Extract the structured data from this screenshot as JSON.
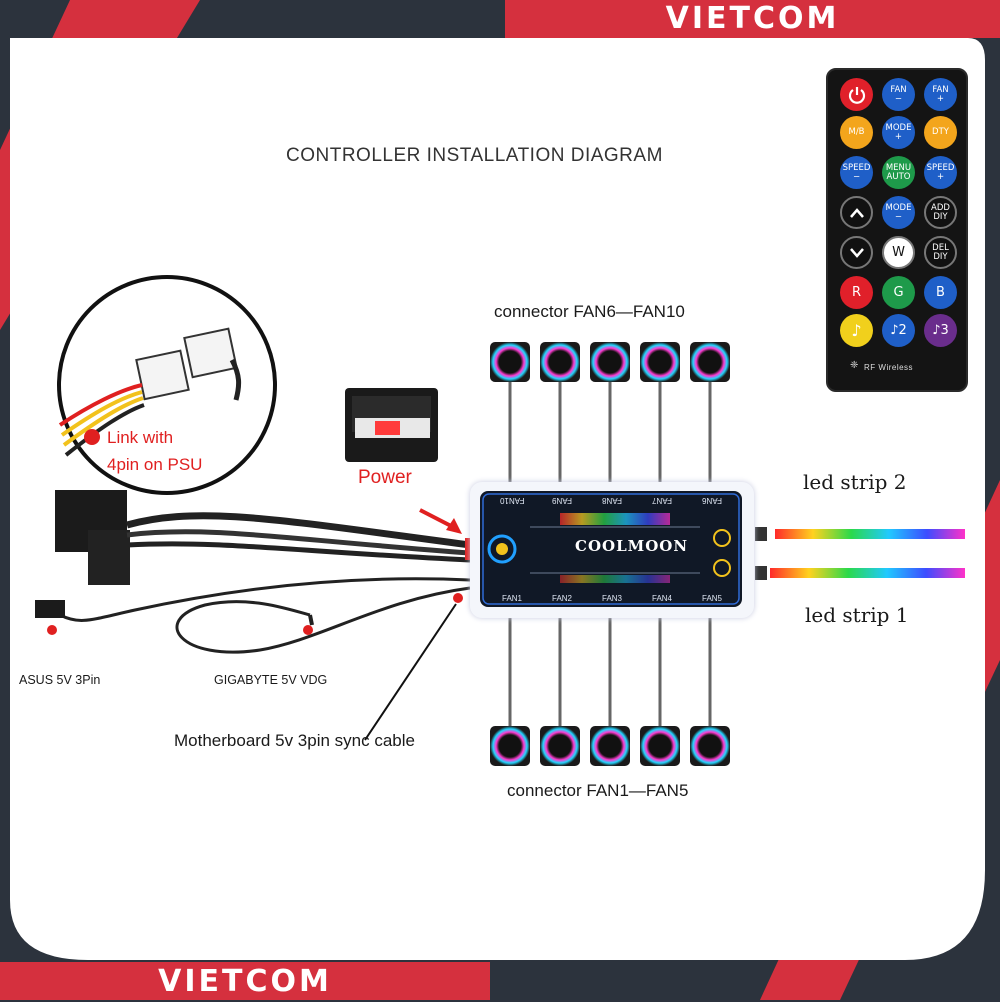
{
  "brand": {
    "top": "VIETCOM",
    "bottom": "VIETCOM"
  },
  "colors": {
    "brand_red": "#d5303e",
    "frame_dark": "#2c333d",
    "label_red": "#e02020"
  },
  "diagram": {
    "title": "CONTROLLER INSTALLATION DIAGRAM",
    "connector_top": "connector  FAN6—FAN10",
    "connector_bottom": "connector  FAN1—FAN5",
    "led_strip_2": "led strip 2",
    "led_strip_1": "led strip 1",
    "power": "Power",
    "psu_line1": "Link with",
    "psu_line2": "4pin on PSU",
    "asus": "ASUS 5V 3Pin",
    "gigabyte": "GIGABYTE 5V  VDG",
    "mobo_cable": "Motherboard 5v 3pin sync cable"
  },
  "controller": {
    "brand": "COOLMOON",
    "top_fans": [
      "FAN10",
      "FAN9",
      "FAN8",
      "FAN7",
      "FAN6"
    ],
    "bottom_fans": [
      "FAN1",
      "FAN2",
      "FAN3",
      "FAN4",
      "FAN5"
    ]
  },
  "remote": {
    "caption": "RF Wireless",
    "buttons": [
      {
        "label": "",
        "icon": "power-icon",
        "color": "#e0202a"
      },
      {
        "label": "FAN\n−",
        "color": "#1f5fc8"
      },
      {
        "label": "FAN\n+",
        "color": "#1f5fc8"
      },
      {
        "label": "M/B",
        "color": "#f3a51c"
      },
      {
        "label": "MODE\n+",
        "color": "#1f5fc8"
      },
      {
        "label": "DTY",
        "color": "#f3a51c"
      },
      {
        "label": "SPEED\n−",
        "color": "#1f5fc8"
      },
      {
        "label": "MENU\nAUTO",
        "color": "#1e9a4a"
      },
      {
        "label": "SPEED\n+",
        "color": "#1f5fc8"
      },
      {
        "label": "",
        "icon": "chevron-up-icon",
        "color": "#111111"
      },
      {
        "label": "MODE\n−",
        "color": "#1f5fc8"
      },
      {
        "label": "ADD\nDIY",
        "color": "#111111"
      },
      {
        "label": "",
        "icon": "chevron-down-icon",
        "color": "#111111"
      },
      {
        "label": "W",
        "color": "#ffffff"
      },
      {
        "label": "DEL\nDIY",
        "color": "#111111"
      },
      {
        "label": "R",
        "color": "#e0202a"
      },
      {
        "label": "G",
        "color": "#1e9a4a"
      },
      {
        "label": "B",
        "color": "#1f5fc8"
      },
      {
        "label": "♪",
        "color": "#f1d01c"
      },
      {
        "label": "♪2",
        "color": "#1f5fc8"
      },
      {
        "label": "♪3",
        "color": "#6a2d8c"
      }
    ]
  }
}
